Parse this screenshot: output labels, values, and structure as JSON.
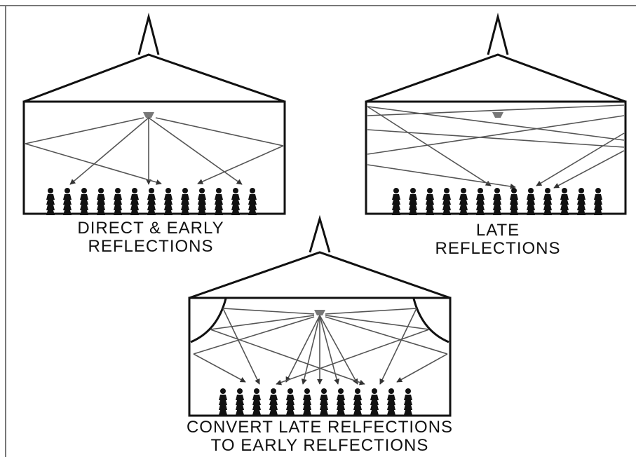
{
  "panels": [
    {
      "id": "direct",
      "caption_line1": "DIRECT & EARLY",
      "caption_line2": "REFLECTIONS"
    },
    {
      "id": "late",
      "caption_line1": "LATE",
      "caption_line2": "REFLECTIONS"
    },
    {
      "id": "convert",
      "caption_line1": "CONVERT LATE RELFECTIONS",
      "caption_line2": "TO EARLY RELFECTIONS"
    }
  ],
  "colors": {
    "line": "#111111",
    "ray": "#555555",
    "background": "#ffffff"
  }
}
